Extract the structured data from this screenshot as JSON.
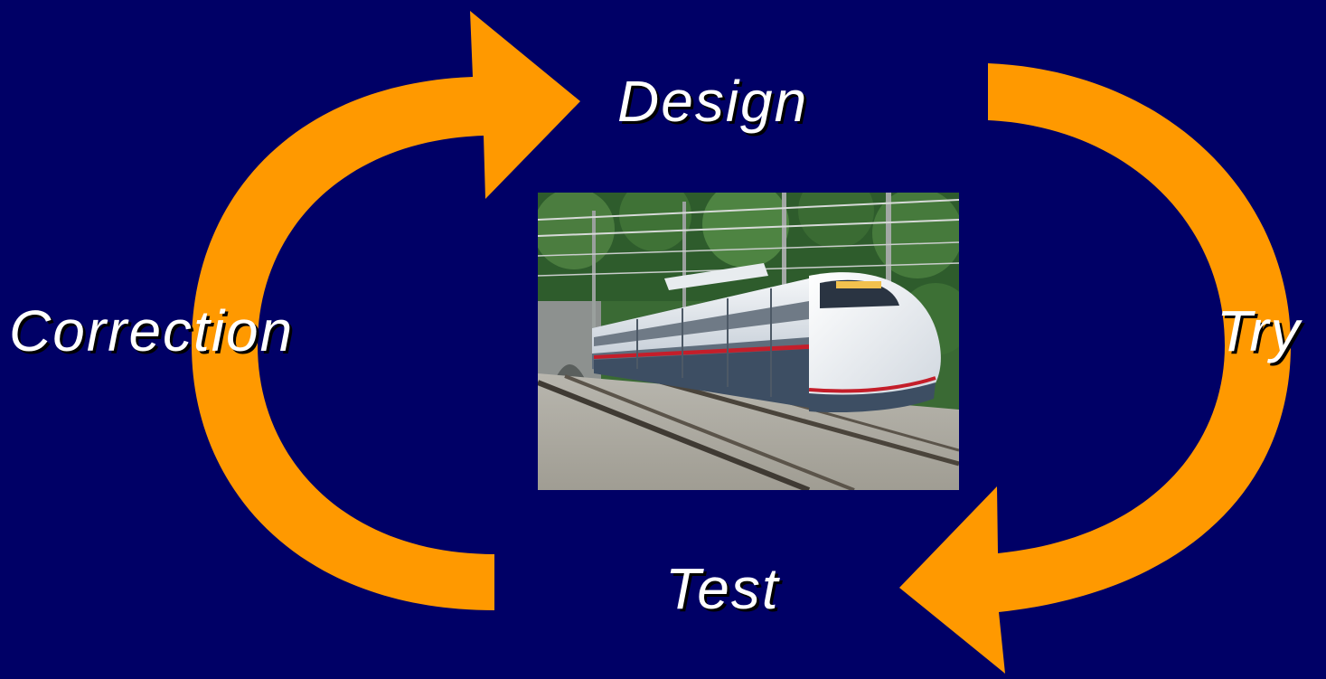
{
  "slide": {
    "background_color": "#000066",
    "arrow_color": "#FF9900",
    "text_color": "#FFFFFF"
  },
  "cycle": {
    "steps": [
      {
        "key": "design",
        "label": "Design"
      },
      {
        "key": "try",
        "label": "Try"
      },
      {
        "key": "test",
        "label": "Test"
      },
      {
        "key": "correction",
        "label": "Correction"
      }
    ]
  },
  "center_image": {
    "subject": "high-speed bullet train on railway tracks"
  }
}
